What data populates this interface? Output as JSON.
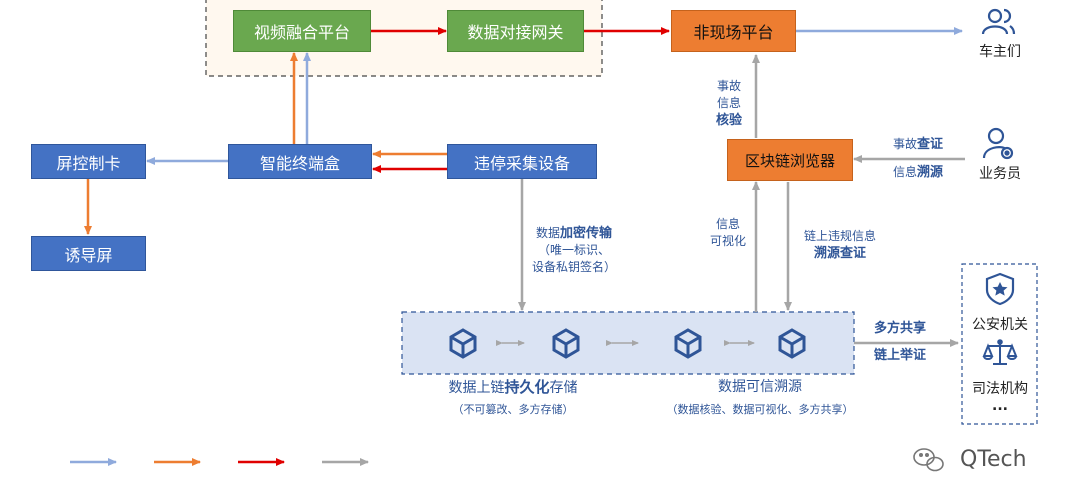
{
  "nodes": {
    "video_platform": "视频融合平台",
    "data_gateway": "数据对接网关",
    "offsite_platform": "非现场平台",
    "smart_box": "智能终端盒",
    "parking_device": "违停采集设备",
    "screen_card": "屏控制卡",
    "guide_screen": "诱导屏",
    "blockchain_browser": "区块链浏览器"
  },
  "actors": {
    "owners": "车主们",
    "staff": "业务员",
    "police": "公安机关",
    "judicial": "司法机构",
    "more": "..."
  },
  "labels": {
    "accident_line1": "事故",
    "accident_line2": "信息",
    "accident_line3": "核验",
    "accident_query_pre": "事故",
    "accident_query_bold": "查证",
    "info_trace_pre": "信息",
    "info_trace_bold": "溯源",
    "info_visual_line1": "信息",
    "info_visual_line2": "可视化",
    "onchain_violation": "链上违规信息",
    "trace_verify": "溯源查证",
    "enc_pre": "数据",
    "enc_bold": "加密传输",
    "enc_line2": "（唯一标识、",
    "enc_line3": "设备私钥签名）",
    "share": "多方共享",
    "onchain_evidence": "链上举证",
    "persist_pre": "数据上链",
    "persist_bold": "持久化",
    "persist_post": "存储",
    "persist_sub": "（不可篡改、多方存储）",
    "trust_title": "数据可信溯源",
    "trust_sub": "（数据核验、数据可视化、多方共享）"
  },
  "watermark": "QTech",
  "colors": {
    "green": "#6aa84f",
    "orange": "#ed7d31",
    "blue": "#4472c4",
    "arrow_blue": "#8faadc",
    "arrow_orange": "#ed7d31",
    "arrow_red": "#e00000",
    "arrow_gray": "#a6a6a6",
    "chain_fill": "#dae3f3",
    "icon_blue": "#2f5597"
  }
}
